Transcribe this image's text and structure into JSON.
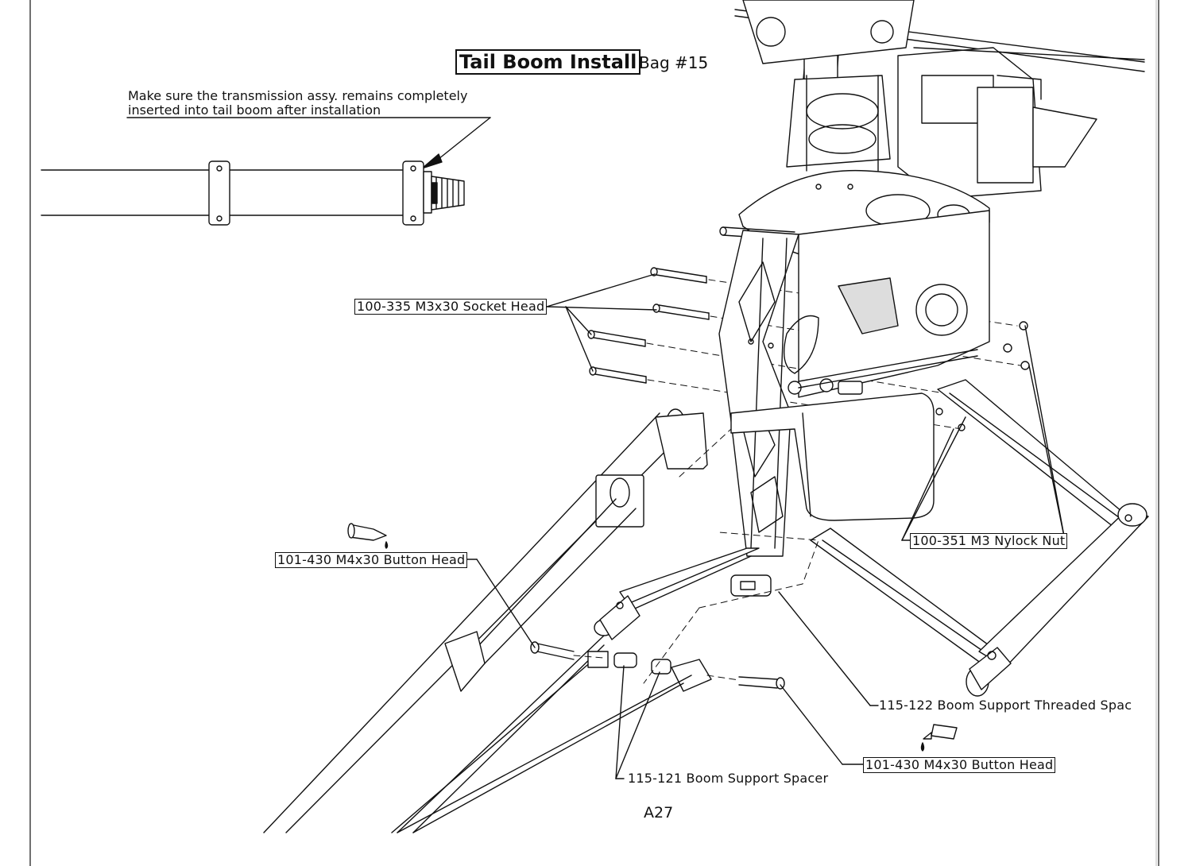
{
  "page": {
    "title": "Tail Boom Install",
    "bag": "Bag #15",
    "note_line1": "Make sure the transmission assy. remains completely",
    "note_line2": "inserted into tail boom after installation",
    "page_number": "A27"
  },
  "callouts": {
    "socket_head": "100-335 M3x30 Socket Head",
    "button_head_left": "101-430 M4x30 Button Head",
    "nylock_nut": "100-351 M3 Nylock Nut",
    "threaded_spacer": "115-122 Boom Support Threaded Spac",
    "button_head_right": "101-430 M4x30 Button Head",
    "boom_spacer": "115-121 Boom Support Spacer"
  }
}
